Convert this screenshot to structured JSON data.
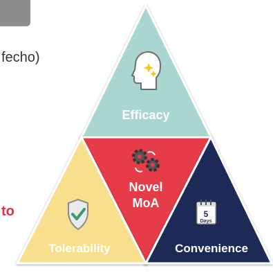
{
  "side_text": "fecho)",
  "side_red_text": "to",
  "colors": {
    "efficacy": "#a9d7cf",
    "novel": "#e63b48",
    "tolerability": "#f7df8d",
    "convenience": "#1f2a55",
    "outline": "#ffffff"
  },
  "segments": {
    "efficacy": {
      "label": "Efficacy",
      "icon": "head-sparkle-icon"
    },
    "novel": {
      "label_line1": "Novel",
      "label_line2": "MoA",
      "icon": "gears-icon"
    },
    "tolerability": {
      "label": "Tolerability",
      "icon": "shield-check-icon"
    },
    "convenience": {
      "label": "Convenience",
      "icon": "calendar-icon",
      "calendar_number": "5",
      "calendar_unit": "Days"
    }
  }
}
